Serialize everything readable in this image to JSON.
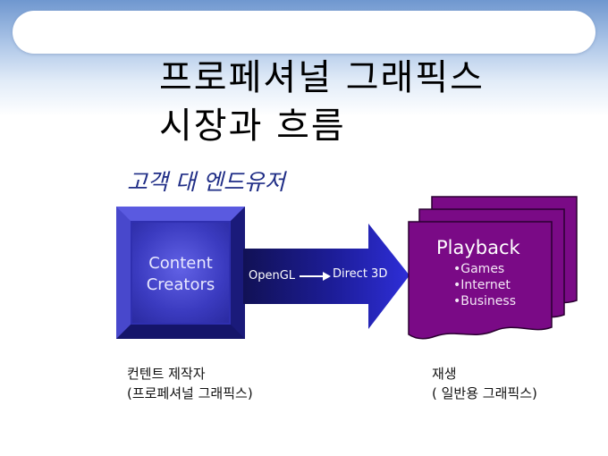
{
  "title_line1": "프로페셔널 그래픽스",
  "title_line2": "시장과 흐름",
  "subtitle": "고객 대 엔드유저",
  "creator": {
    "line1": "Content",
    "line2": "Creators"
  },
  "arrow": {
    "left_label": "OpenGL",
    "right_label": "Direct 3D"
  },
  "playback": {
    "title": "Playback",
    "items": [
      "•Games",
      "•Internet",
      "•Business"
    ]
  },
  "caption_left": {
    "line1": "컨텐트 제작자",
    "line2": "(프로페셔널 그래픽스)"
  },
  "caption_right": {
    "line1": "재생",
    "line2": "( 일반용 그래픽스)"
  },
  "colors": {
    "creator_blue": "#2f2fb0",
    "arrow_navy": "#1a1a8c",
    "playback_purple": "#7a0a86",
    "subtitle_blue": "#1f2d86"
  }
}
